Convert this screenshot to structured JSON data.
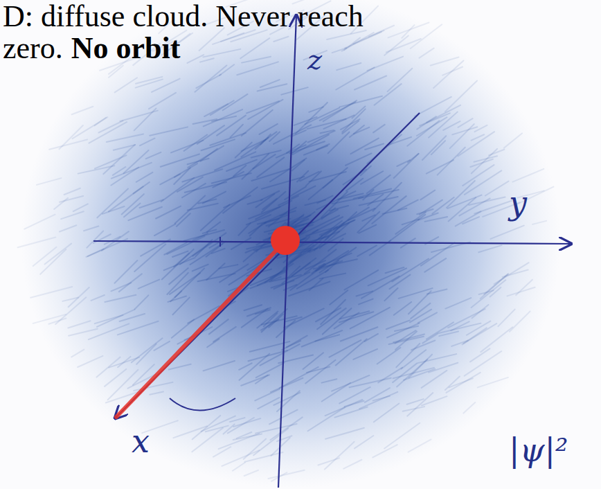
{
  "diagram": {
    "labels": [
      "D: diffuse cloud. Never reach",
      "zero.",
      "No orbit",
      "z",
      "y",
      "x",
      "|ψ|²"
    ]
  }
}
